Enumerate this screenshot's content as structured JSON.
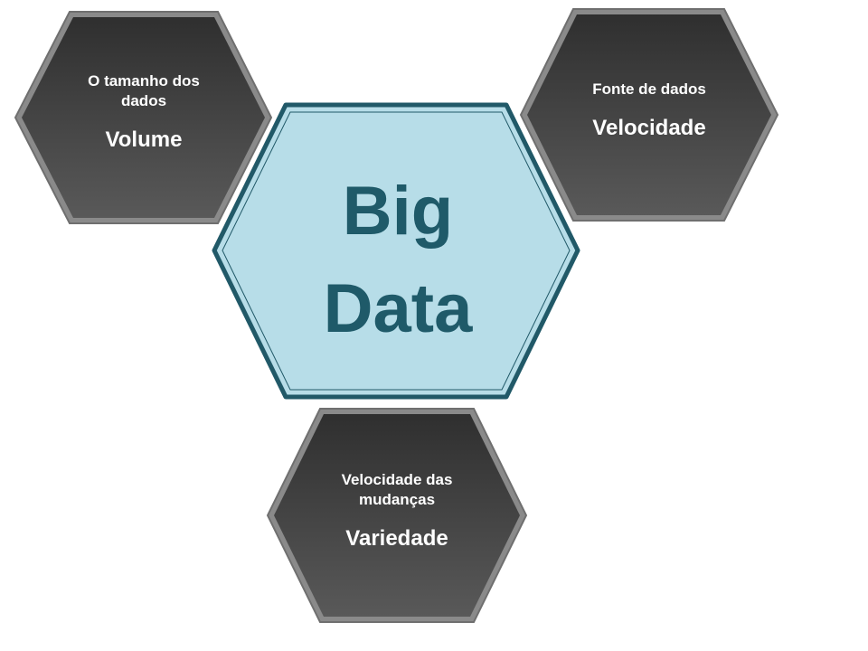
{
  "center": {
    "line1": "Big",
    "line2": "Data"
  },
  "volume": {
    "sub": "O tamanho dos dados",
    "main": "Volume"
  },
  "velocidade": {
    "sub": "Fonte de dados",
    "main": "Velocidade"
  },
  "variedade": {
    "sub": "Velocidade das mudanças",
    "main": "Variedade"
  },
  "colors": {
    "center_fill": "#b7dde8",
    "center_stroke": "#215968",
    "center_text": "#1f5a69",
    "dark_fill_top": "#2f2f2f",
    "dark_fill_bottom": "#595959",
    "dark_stroke": "#7f7f7f"
  }
}
